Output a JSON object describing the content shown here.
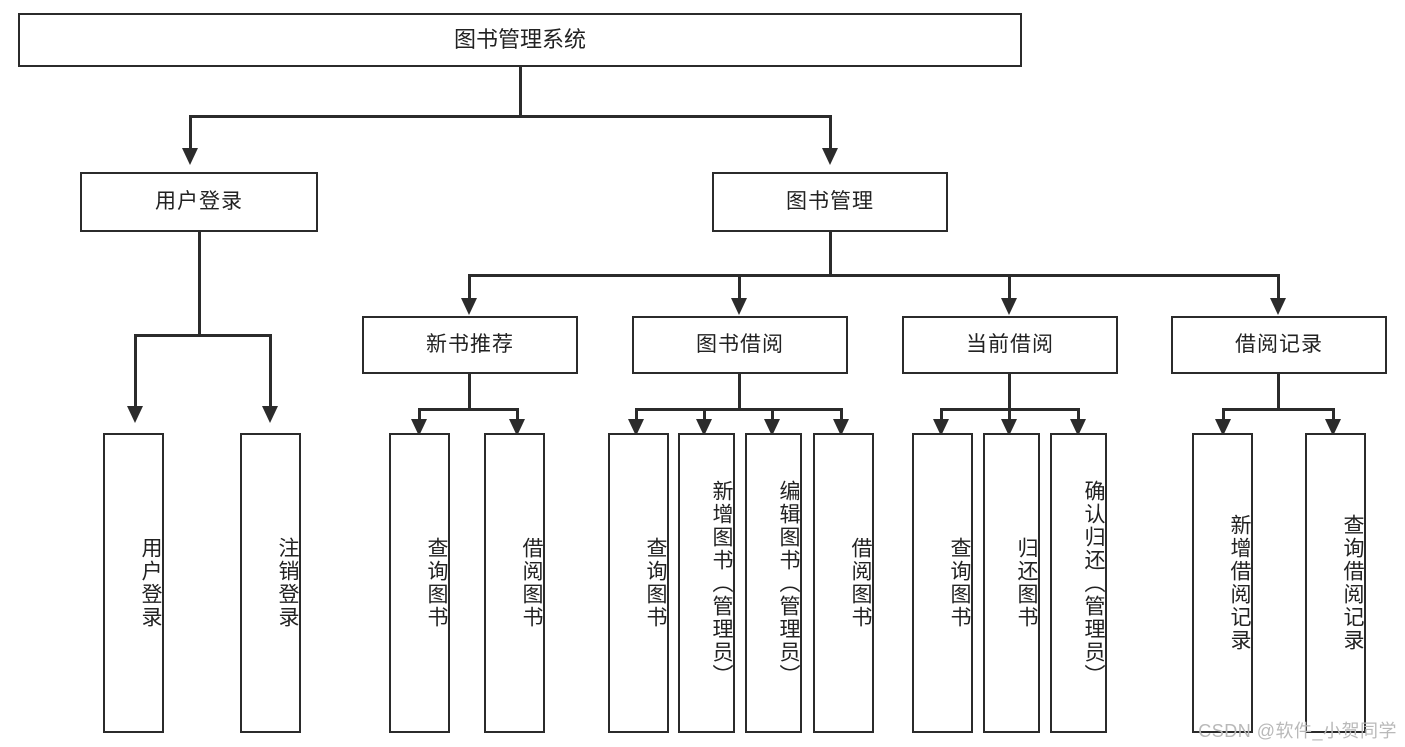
{
  "diagram": {
    "type": "tree",
    "title": "图书管理系统",
    "root": {
      "label": "图书管理系统"
    },
    "level2": [
      {
        "label": "用户登录"
      },
      {
        "label": "图书管理"
      }
    ],
    "level3": [
      {
        "label": "新书推荐"
      },
      {
        "label": "图书借阅"
      },
      {
        "label": "当前借阅"
      },
      {
        "label": "借阅记录"
      }
    ],
    "leaves": {
      "user_login": [
        {
          "label": "用户登录"
        },
        {
          "label": "注销登录"
        }
      ],
      "new_book": [
        {
          "label": "查询图书"
        },
        {
          "label": "借阅图书"
        }
      ],
      "book_borrow": [
        {
          "label": "查询图书"
        },
        {
          "label": "新增图书（管理员）"
        },
        {
          "label": "编辑图书（管理员）"
        },
        {
          "label": "借阅图书"
        }
      ],
      "current_borrow": [
        {
          "label": "查询图书"
        },
        {
          "label": "归还图书"
        },
        {
          "label": "确认归还（管理员）"
        }
      ],
      "borrow_record": [
        {
          "label": "新增借阅记录"
        },
        {
          "label": "查询借阅记录"
        }
      ]
    }
  },
  "watermark": {
    "text": "CSDN @软件_小贺同学"
  },
  "colors": {
    "stroke": "#2b2b2b",
    "background": "#ffffff",
    "text": "#222222",
    "watermark": "#b9b9b9"
  }
}
